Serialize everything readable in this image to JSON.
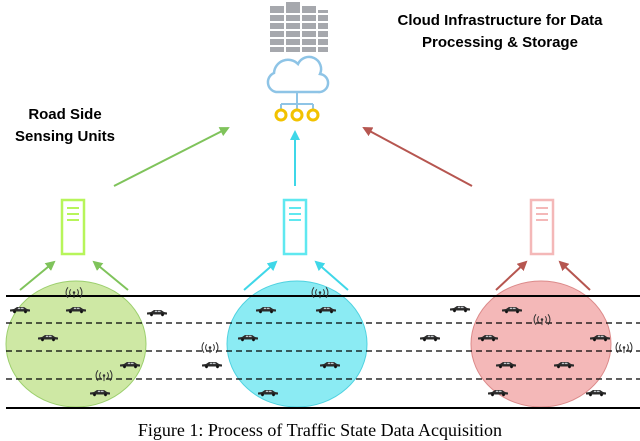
{
  "title": {
    "line1": "Cloud Infrastructure for Data",
    "line2": "Processing & Storage"
  },
  "rsu_label": {
    "line1": "Road Side",
    "line2": "Sensing Units"
  },
  "caption": "Figure 1: Process of Traffic State Data Acquisition",
  "icons": {
    "server_stack": "server-rack-icon",
    "cloud": "cloud-network-icon",
    "rsu_unit": "rsu-server-icon",
    "vehicle": "car-icon",
    "wireless": "wireless-signal-icon"
  },
  "colors": {
    "green": "#7fc35b",
    "green_fill": "#c9e59a",
    "green_unit": "#b7f55a",
    "cyan": "#3fd7e8",
    "cyan_fill": "#7ee9f2",
    "cyan_unit": "#5fe8f0",
    "red": "#b65650",
    "red_fill": "#f3b0b0",
    "red_unit": "#f4b8b8",
    "server_gray": "#a6a8ad",
    "cloud_blue": "#8ec4e6",
    "node_yellow": "#f2c200"
  }
}
